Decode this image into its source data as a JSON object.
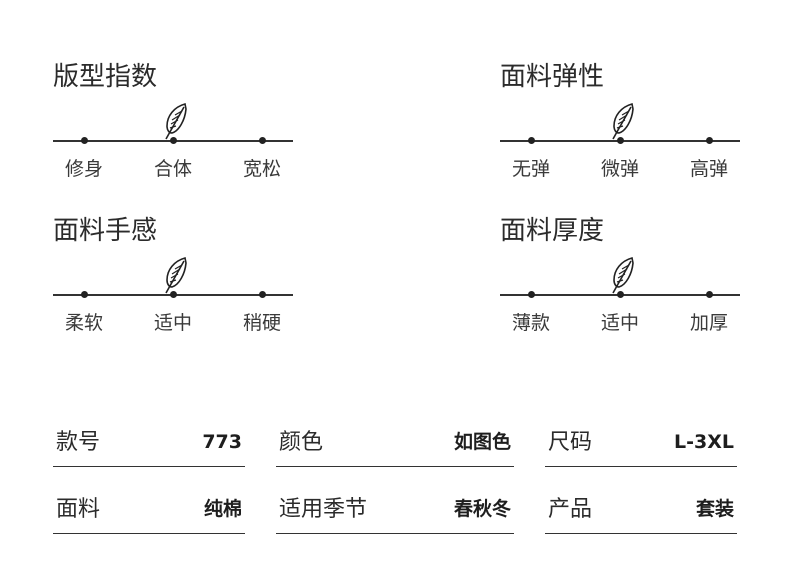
{
  "scales": [
    {
      "title": "版型指数",
      "ticks": [
        "修身",
        "合体",
        "宽松"
      ],
      "selected_index": 1
    },
    {
      "title": "面料弹性",
      "ticks": [
        "无弹",
        "微弹",
        "高弹"
      ],
      "selected_index": 1
    },
    {
      "title": "面料手感",
      "ticks": [
        "柔软",
        "适中",
        "稍硬"
      ],
      "selected_index": 1
    },
    {
      "title": "面料厚度",
      "ticks": [
        "薄款",
        "适中",
        "加厚"
      ],
      "selected_index": 1
    }
  ],
  "specs": {
    "style_no": {
      "label": "款号",
      "value": "773"
    },
    "color": {
      "label": "颜色",
      "value": "如图色"
    },
    "size": {
      "label": "尺码",
      "value": "L-3XL"
    },
    "fabric": {
      "label": "面料",
      "value": "纯棉"
    },
    "season": {
      "label": "适用季节",
      "value": "春秋冬"
    },
    "product": {
      "label": "产品",
      "value": "套装"
    }
  },
  "icon": "feather-icon"
}
